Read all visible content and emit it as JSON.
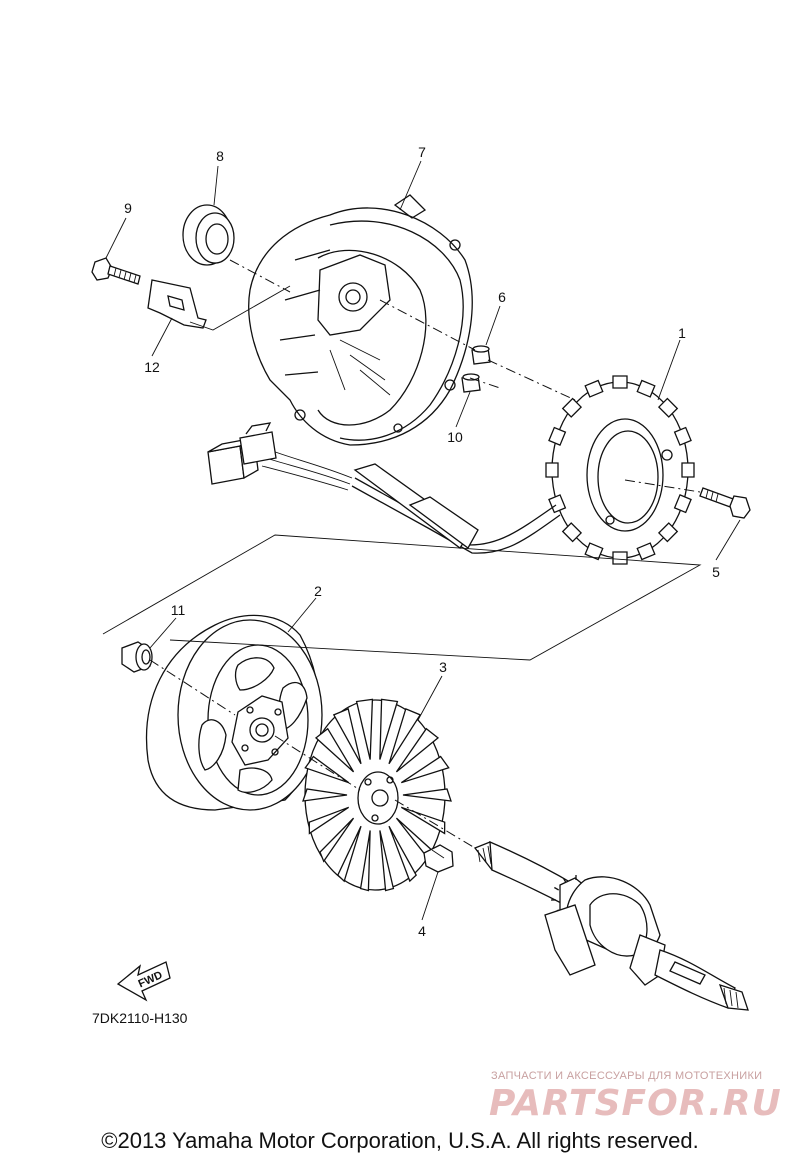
{
  "callouts": {
    "c1": "1",
    "c2": "2",
    "c3": "3",
    "c4": "4",
    "c5": "5",
    "c6": "6",
    "c7": "7",
    "c8": "8",
    "c9": "9",
    "c10": "10",
    "c11": "11",
    "c12": "12"
  },
  "diagram_code": "7DK2110-H130",
  "fwd_label": "FWD",
  "watermark": {
    "tagline": "ЗАПЧАСТИ И АКСЕССУАРЫ ДЛЯ МОТОТЕХНИКИ",
    "site": "PARTSFOR.RU"
  },
  "copyright": "©2013 Yamaha Motor Corporation, U.S.A. All rights reserved."
}
